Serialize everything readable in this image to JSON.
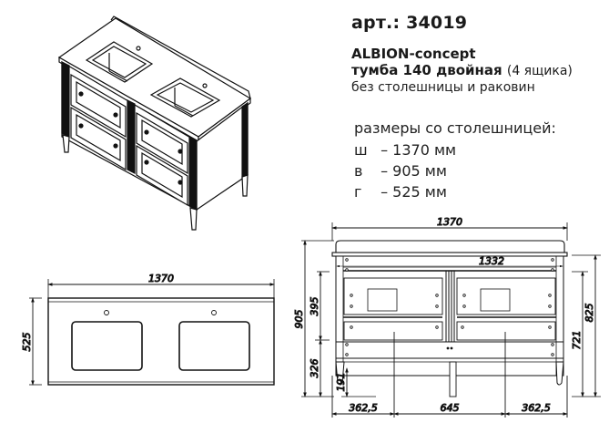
{
  "product": {
    "article_label": "арт.: 34019",
    "collection": "ALBION-concept",
    "model": "тумба 140 двойная",
    "model_note": "(4 ящика)",
    "subtitle": "без столешницы и раковин"
  },
  "dimensions": {
    "title": "размеры со столешницей:",
    "rows": [
      {
        "key": "ш",
        "value": "– 1370 мм"
      },
      {
        "key": "в",
        "value": "– 905 мм"
      },
      {
        "key": "г",
        "value": "– 525 мм"
      }
    ]
  },
  "top_view": {
    "width_label": "1370",
    "depth_label": "525"
  },
  "front_view": {
    "overall_width": "1370",
    "inner_width": "1332",
    "total_height": "905",
    "upper_height": "395",
    "lower_height": "326",
    "leg_clearance": "191",
    "right_height_outer": "825",
    "right_height_inner": "721",
    "bottom_left": "362,5",
    "bottom_center": "645",
    "bottom_right": "362,5"
  },
  "colors": {
    "line": "#111111",
    "background": "#ffffff"
  }
}
